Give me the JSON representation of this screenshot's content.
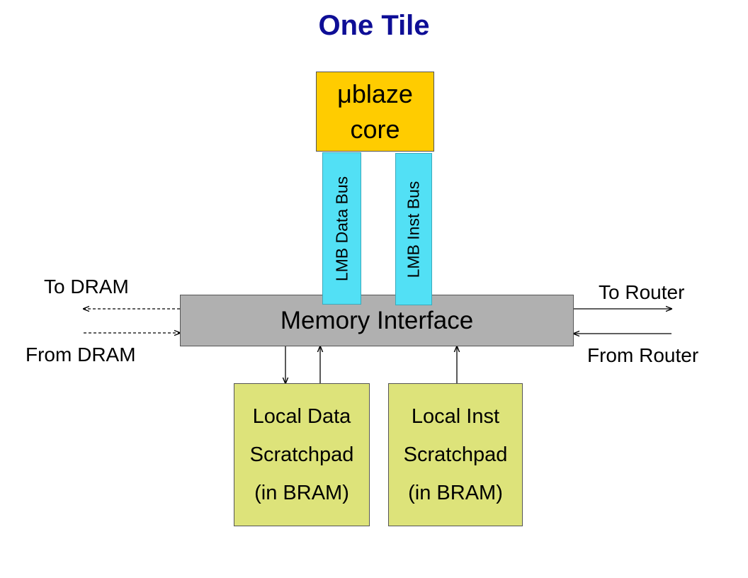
{
  "title": "One Tile",
  "core": {
    "line1": "μblaze",
    "line2": "core"
  },
  "buses": {
    "data": "LMB Data Bus",
    "inst": "LMB Inst Bus"
  },
  "memory_interface": "Memory Interface",
  "scratchpads": {
    "data": {
      "line1": "Local Data",
      "line2": "Scratchpad",
      "line3": "(in BRAM)"
    },
    "inst": {
      "line1": "Local Inst",
      "line2": "Scratchpad",
      "line3": "(in BRAM)"
    }
  },
  "labels": {
    "to_dram": "To DRAM",
    "from_dram": "From DRAM",
    "to_router": "To Router",
    "from_router": "From Router"
  },
  "colors": {
    "title": "#0e0e96",
    "core": "#ffcc00",
    "bus": "#52e0f5",
    "memory_interface": "#b0b0b0",
    "scratchpad": "#dde37a"
  }
}
